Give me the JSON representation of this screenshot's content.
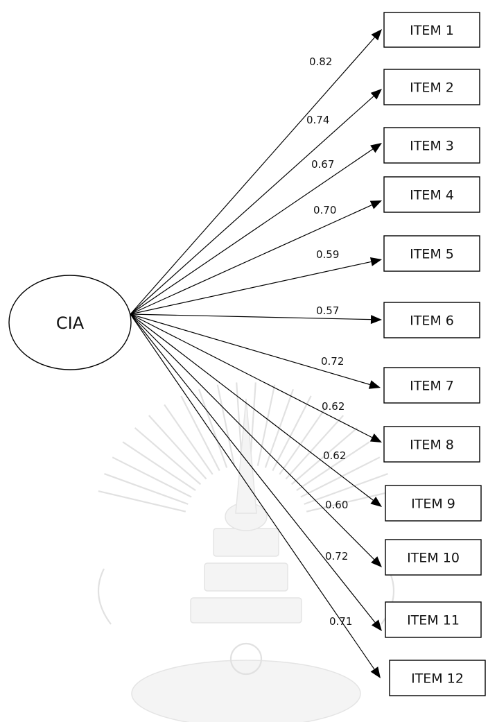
{
  "latent": {
    "label": "CIA"
  },
  "items": [
    {
      "label": "ITEM 1",
      "loading": "0.82"
    },
    {
      "label": "ITEM 2",
      "loading": "0.74"
    },
    {
      "label": "ITEM 3",
      "loading": "0.67"
    },
    {
      "label": "ITEM 4",
      "loading": "0.70"
    },
    {
      "label": "ITEM 5",
      "loading": "0.59"
    },
    {
      "label": "ITEM 6",
      "loading": "0.57"
    },
    {
      "label": "ITEM 7",
      "loading": "0.72"
    },
    {
      "label": "ITEM 8",
      "loading": "0.62"
    },
    {
      "label": "ITEM 9",
      "loading": "0.62"
    },
    {
      "label": "ITEM 10",
      "loading": "0.60"
    },
    {
      "label": "ITEM 11",
      "loading": "0.72"
    },
    {
      "label": "ITEM 12",
      "loading": "0.71"
    }
  ]
}
